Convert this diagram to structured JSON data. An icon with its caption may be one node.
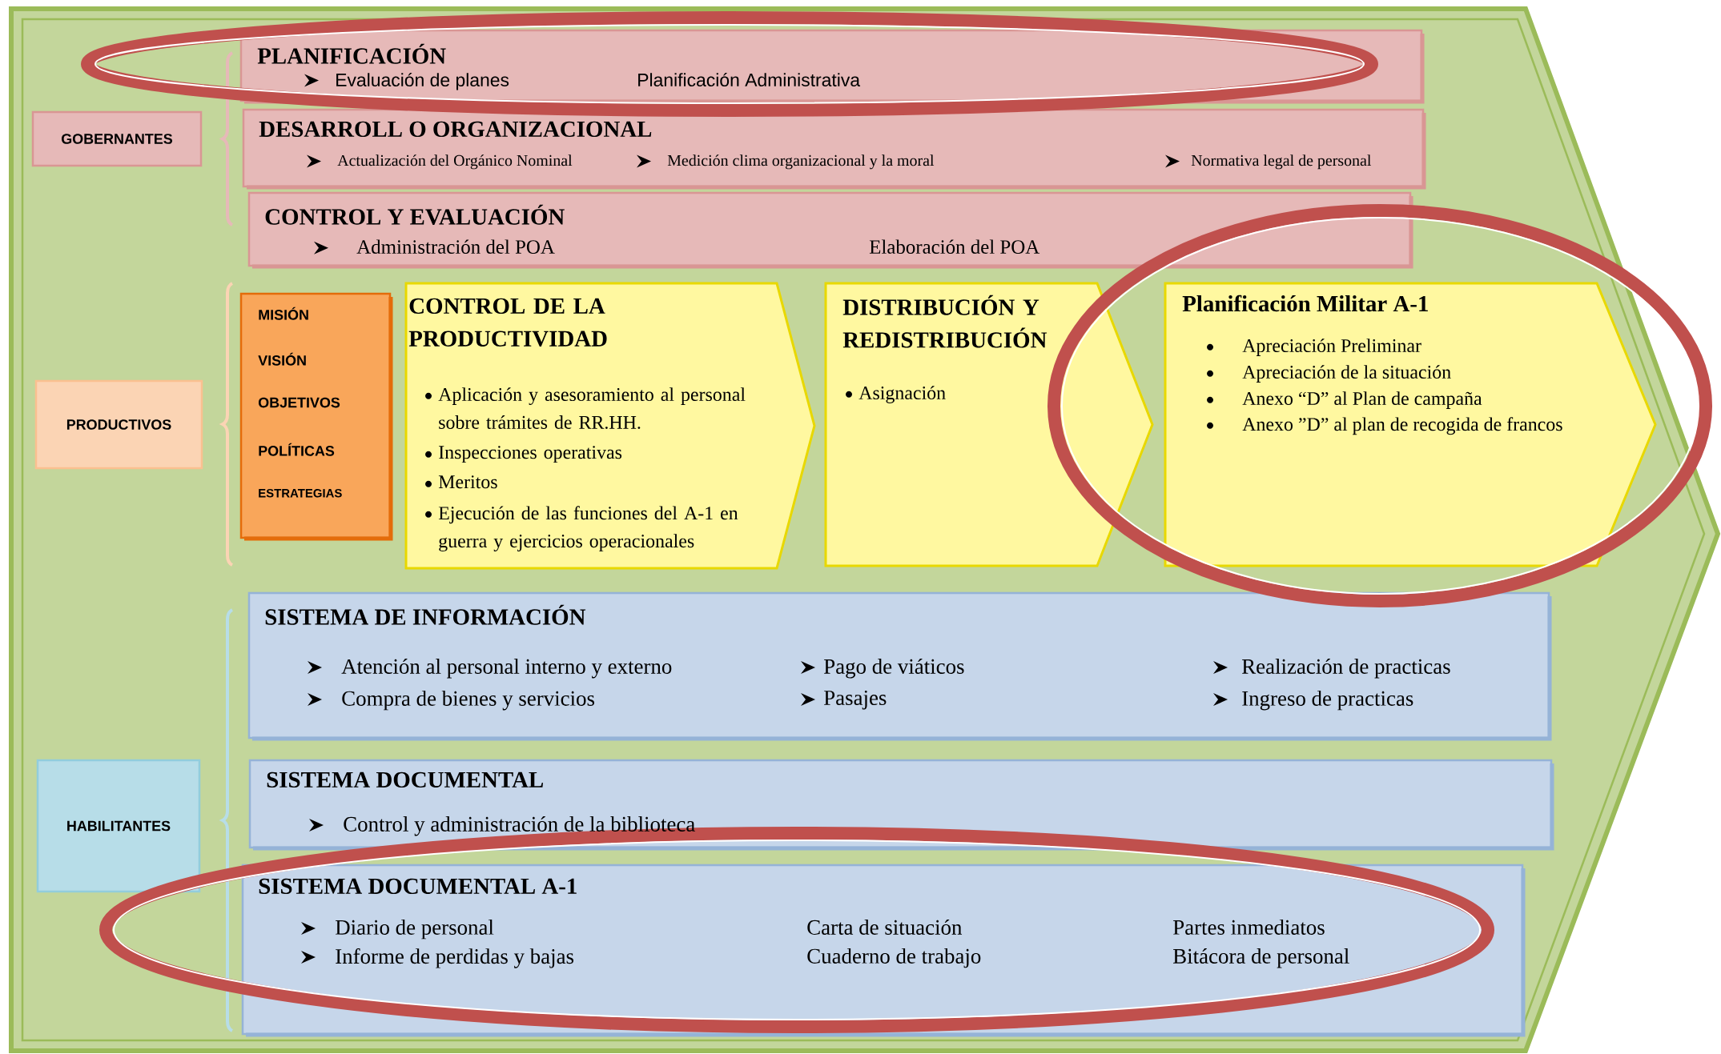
{
  "diagram": {
    "nodes": [
      {
        "text": [
          "GOBERNANTES"
        ]
      },
      {
        "text": [
          "PLANIFICACIÓN",
          "Evaluación de planes",
          "Planificación Administrativa"
        ]
      },
      {
        "text": [
          "DESARROLL O ORGANIZACIONAL",
          "Actualización del Orgánico Nominal",
          "Medición clima organizacional y la moral",
          "Normativa legal de personal"
        ]
      },
      {
        "text": [
          "CONTROL Y EVALUACIÓN",
          "Administración del POA",
          "Elaboración del POA"
        ]
      },
      {
        "text": [
          "PRODUCTIVOS"
        ]
      },
      {
        "text": [
          "MISIÓN",
          "VISIÓN",
          "OBJETIVOS",
          "POLÍTICAS",
          "ESTRATEGIAS"
        ]
      },
      {
        "text": [
          "CONTROL DE LA PRODUCTIVIDAD",
          "Aplicación y asesoramiento al personal sobre trámites de RR.HH.",
          "Inspecciones operativas",
          "Meritos",
          "Ejecución de las funciones del A-1 en guerra y ejercicios operacionales"
        ]
      },
      {
        "text": [
          "DISTRIBUCIÓN Y REDISTRIBUCIÓN",
          "Asignación"
        ]
      },
      {
        "text": [
          "Planificación Militar A-1",
          "Apreciación Preliminar",
          "Apreciación de la situación",
          "Anexo “D” al Plan de campaña",
          "Anexo ”D” al plan de recogida de francos"
        ]
      },
      {
        "text": [
          "HABILITANTES"
        ]
      },
      {
        "text": [
          "SISTEMA DE INFORMACIÓN",
          "Atención al personal interno y externo",
          "Pago de viáticos",
          "Realización de practicas",
          "Compra de bienes y servicios",
          "Pasajes",
          "Ingreso de practicas"
        ]
      },
      {
        "text": [
          "SISTEMA DOCUMENTAL",
          "Control y administración de la biblioteca"
        ]
      },
      {
        "text": [
          "SISTEMA DOCUMENTAL A-1",
          "Diario de personal",
          "Carta de situación",
          "Partes inmediatos",
          "Informe de perdidas y bajas",
          "Cuaderno de trabajo",
          "Bitácora de personal"
        ]
      }
    ]
  }
}
